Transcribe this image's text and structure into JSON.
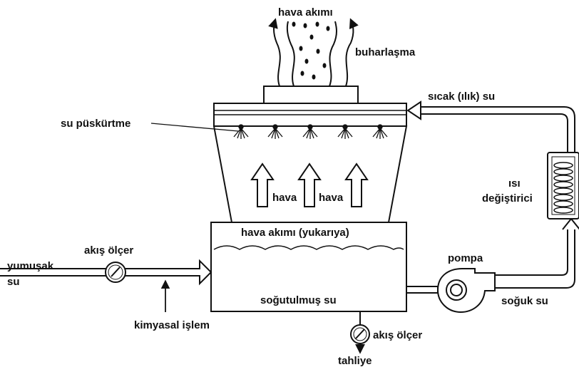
{
  "labels": {
    "hava_akimi_top": "hava akımı",
    "buharlasma": "buharlaşma",
    "sicak_su": "sıcak (ılık) su",
    "su_puskurtme": "su püskürtme",
    "hava_1": "hava",
    "hava_2": "hava",
    "isi": "ısı",
    "degistirici": "değiştirici",
    "akis_olcer_left": "akış ölçer",
    "hava_akimi_yukari": "hava akımı (yukarıya)",
    "yumusak": "yumuşak",
    "su": "su",
    "pompa": "pompa",
    "sogutulmus_su": "soğutulmuş su",
    "soguk_su": "soğuk su",
    "kimyasal_islem": "kimyasal işlem",
    "akis_olcer_bottom": "akış ölçer",
    "tahliye": "tahliye"
  },
  "colors": {
    "line": "#111111",
    "background": "#ffffff"
  }
}
